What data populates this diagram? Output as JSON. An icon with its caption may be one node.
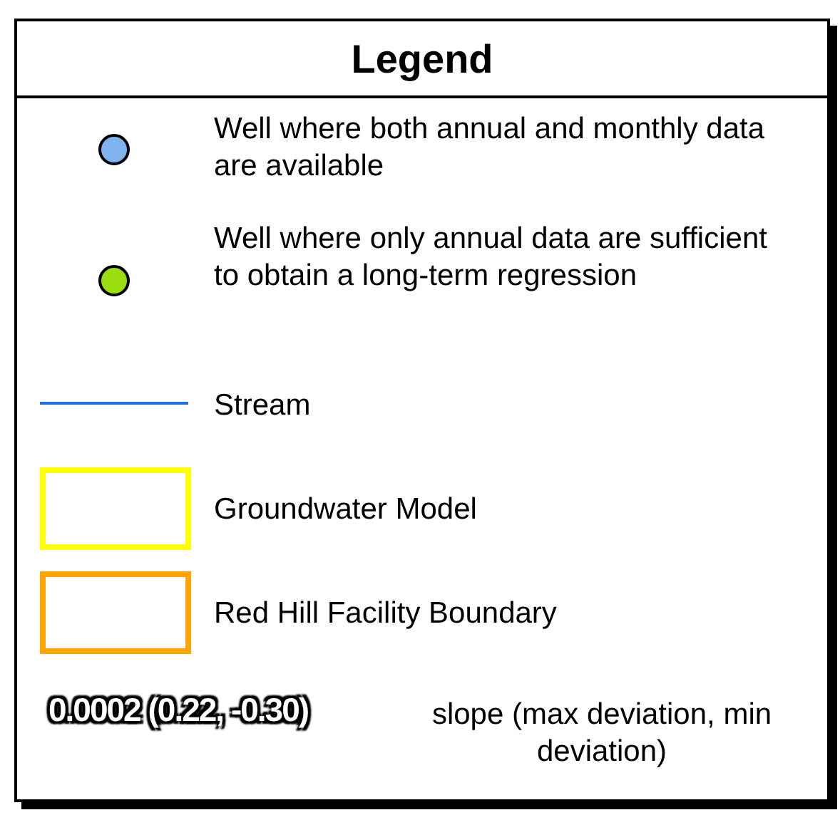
{
  "diagram": {
    "title": "Legend",
    "labels": [
      "0.0002 (0.22, -0.30)"
    ],
    "legend": [
      {
        "text": "Well where both annual and monthly data are available",
        "color": "#7fb3f0"
      },
      {
        "text": "Well where only annual data are sufficient to obtain a long-term regression",
        "color": "#99dd11"
      },
      {
        "text": "Stream"
      },
      {
        "text": "Groundwater Model"
      },
      {
        "text": "Red Hill Facility Boundary"
      },
      {
        "text": "slope (max deviation, min deviation)"
      }
    ]
  }
}
